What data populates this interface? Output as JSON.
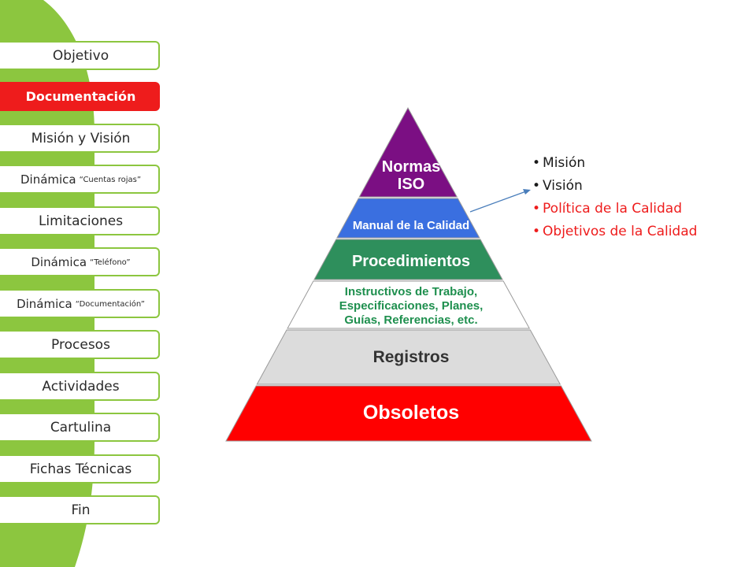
{
  "sidebar": {
    "items": [
      {
        "label": "Objetivo",
        "note": "",
        "active": false
      },
      {
        "label": "Documentación",
        "note": "",
        "active": true
      },
      {
        "label": "Misión y Visión",
        "note": "",
        "active": false
      },
      {
        "label": "Dinámica",
        "note": "“Cuentas rojas”",
        "active": false
      },
      {
        "label": "Limitaciones",
        "note": "",
        "active": false
      },
      {
        "label": "Dinámica",
        "note": "“Teléfono”",
        "active": false
      },
      {
        "label": "Dinámica",
        "note": "“Documentación”",
        "active": false
      },
      {
        "label": "Procesos",
        "note": "",
        "active": false
      },
      {
        "label": "Actividades",
        "note": "",
        "active": false
      },
      {
        "label": "Cartulina",
        "note": "",
        "active": false
      },
      {
        "label": "Fichas Técnicas",
        "note": "",
        "active": false
      },
      {
        "label": "Fin",
        "note": "",
        "active": false
      }
    ]
  },
  "pyramid": {
    "levels": [
      {
        "lines": [
          "Normas",
          "ISO"
        ],
        "color": "#7b0f83",
        "text_color": "#ffffff"
      },
      {
        "lines": [
          "Manual de la Calidad"
        ],
        "color": "#3a6fe0",
        "text_color": "#ffffff"
      },
      {
        "lines": [
          "Procedimientos"
        ],
        "color": "#2e8f5c",
        "text_color": "#ffffff"
      },
      {
        "lines": [
          "Instructivos de Trabajo,",
          "Especificaciones, Planes,",
          "Guías, Referencias, etc."
        ],
        "color": "#ffffff",
        "text_color": "#1e8f4e"
      },
      {
        "lines": [
          "Registros"
        ],
        "color": "#dcdcdc",
        "text_color": "#333333"
      },
      {
        "lines": [
          "Obsoletos"
        ],
        "color": "#ff0000",
        "text_color": "#ffffff"
      }
    ]
  },
  "bullets": [
    {
      "text": "Misión",
      "color": "#1a1a1a"
    },
    {
      "text": "Visión",
      "color": "#1a1a1a"
    },
    {
      "text": "Política de la Calidad",
      "color": "#ee1c1c"
    },
    {
      "text": "Objetivos de la Calidad",
      "color": "#ee1c1c"
    }
  ],
  "colors": {
    "accent_green": "#8cc63f",
    "active_red": "#ee1c1c",
    "arrow": "#4a7ebb"
  }
}
